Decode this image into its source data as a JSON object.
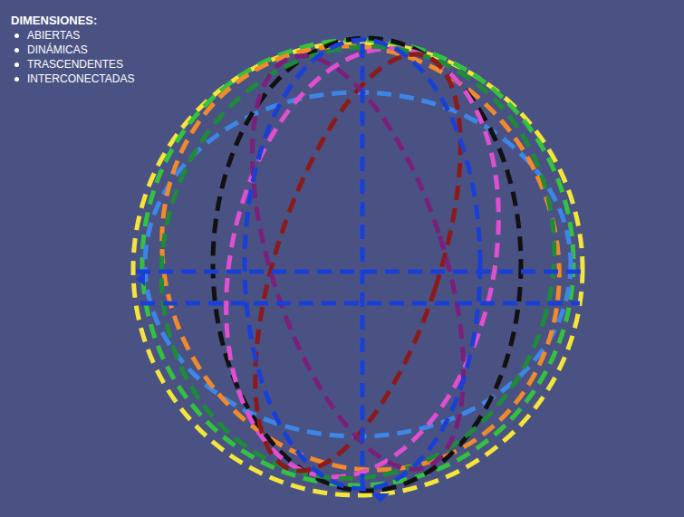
{
  "diagram": {
    "title": "DIMENSIONES:",
    "labels": [
      "ABIERTAS",
      "DINÁMICAS",
      "TRASCENDENTES",
      "INTERCONECTADAS"
    ]
  }
}
